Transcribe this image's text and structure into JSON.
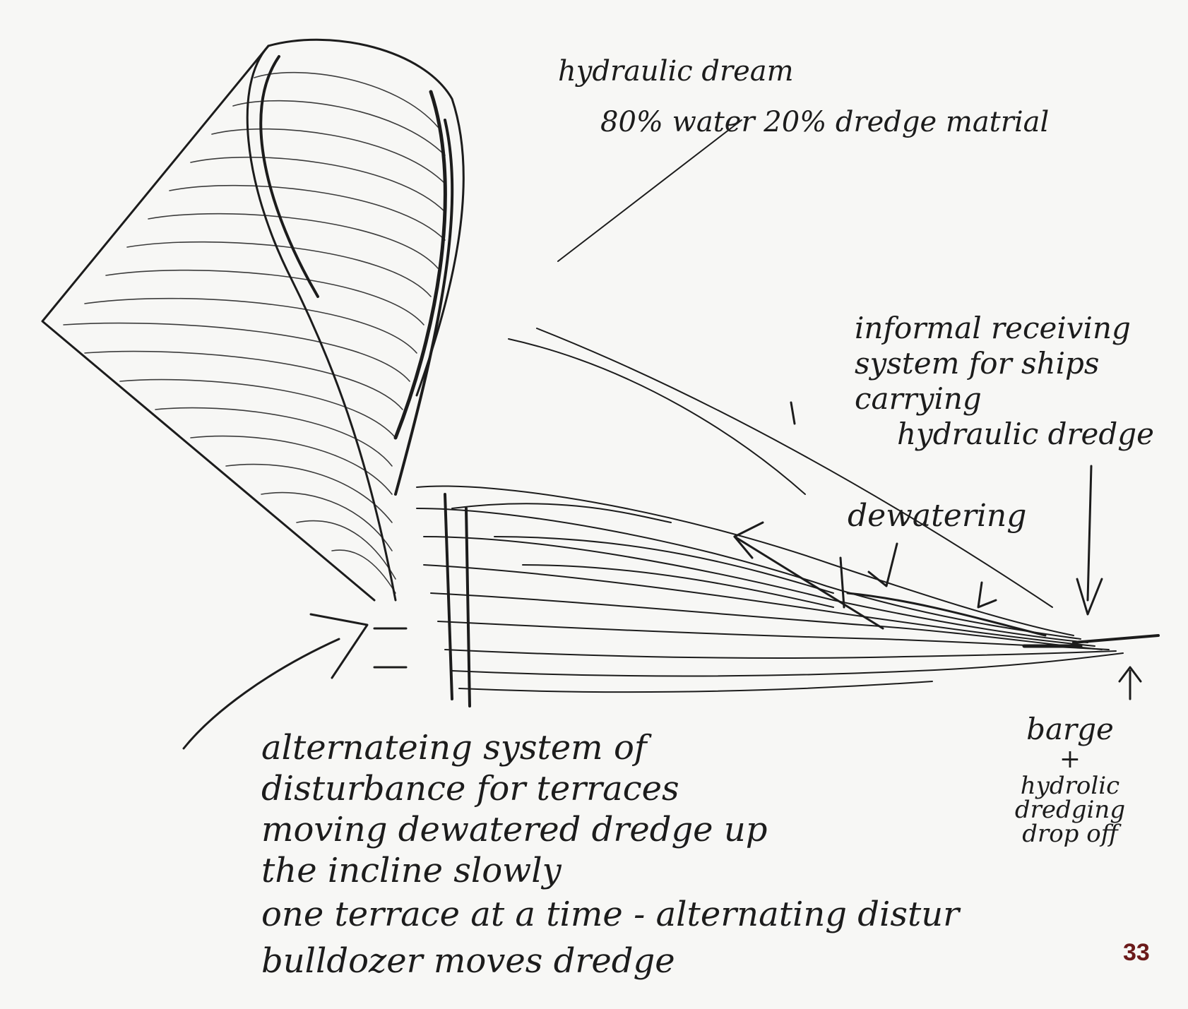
{
  "colors": {
    "paper": "#f7f7f5",
    "pencil": "#1c1c1c",
    "page_number": "#6b1a1a"
  },
  "annotations": {
    "cone_label": "hydraulic dream",
    "mix_label": "80% water 20% dredge matrial",
    "receiving": [
      "informal receiving",
      "system for ships",
      "carrying",
      "hydraulic dredge"
    ],
    "dewatering": "dewatering",
    "barge": [
      "barge",
      "+",
      "hydrolic",
      "dredging",
      "drop off"
    ],
    "main_notes": [
      "alternateing system of",
      "disturbance for terraces",
      "moving dewatered dredge up",
      "the incline slowly",
      "one terrace at a time - alternating distur",
      "bulldozer moves dredge"
    ]
  },
  "page_number": "33"
}
